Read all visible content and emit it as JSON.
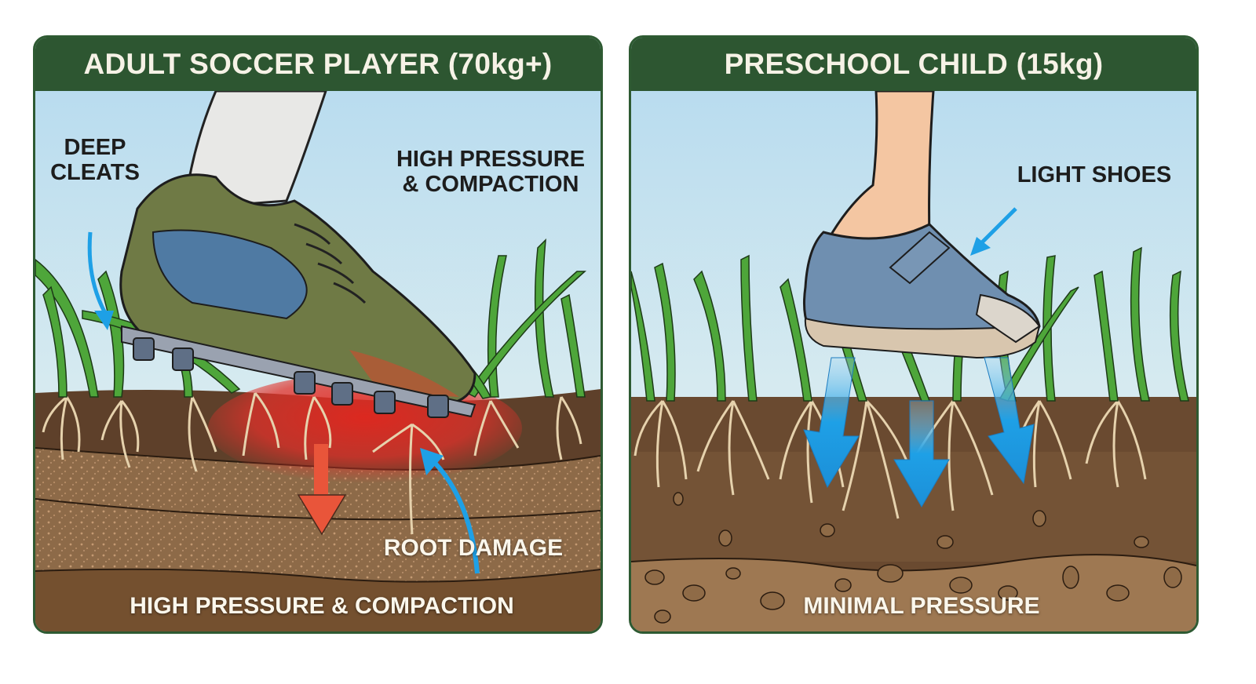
{
  "panels": {
    "adult": {
      "title": "ADULT SOCCER PLAYER (70kg+)",
      "labels": {
        "cleats": "DEEP\nCLEATS",
        "top_pressure": "HIGH PRESSURE\n& COMPACTION",
        "root_damage": "ROOT DAMAGE",
        "bottom": "HIGH PRESSURE & COMPACTION"
      },
      "icons": [
        "soccer-cleat-icon",
        "sock-icon",
        "red-pressure-arrow-icon",
        "blue-curved-arrow-icon",
        "grass-icon",
        "roots-icon"
      ]
    },
    "child": {
      "title": "PRESCHOOL CHILD (15kg)",
      "labels": {
        "shoes": "LIGHT SHOES",
        "bottom": "MINIMAL PRESSURE"
      },
      "icons": [
        "child-shoe-icon",
        "leg-icon",
        "blue-down-arrow-icon",
        "grass-icon",
        "roots-icon",
        "pebbles-icon"
      ]
    }
  },
  "colors": {
    "header_green": "#2d5631",
    "sky": "#c6e3f2",
    "soil_top": "#5b3f2a",
    "soil_mid": "#9a7350",
    "soil_deep": "#7a5634",
    "pressure_red": "#e0312a",
    "arrow_blue": "#1ea0e6",
    "grass": "#4ea63a"
  }
}
